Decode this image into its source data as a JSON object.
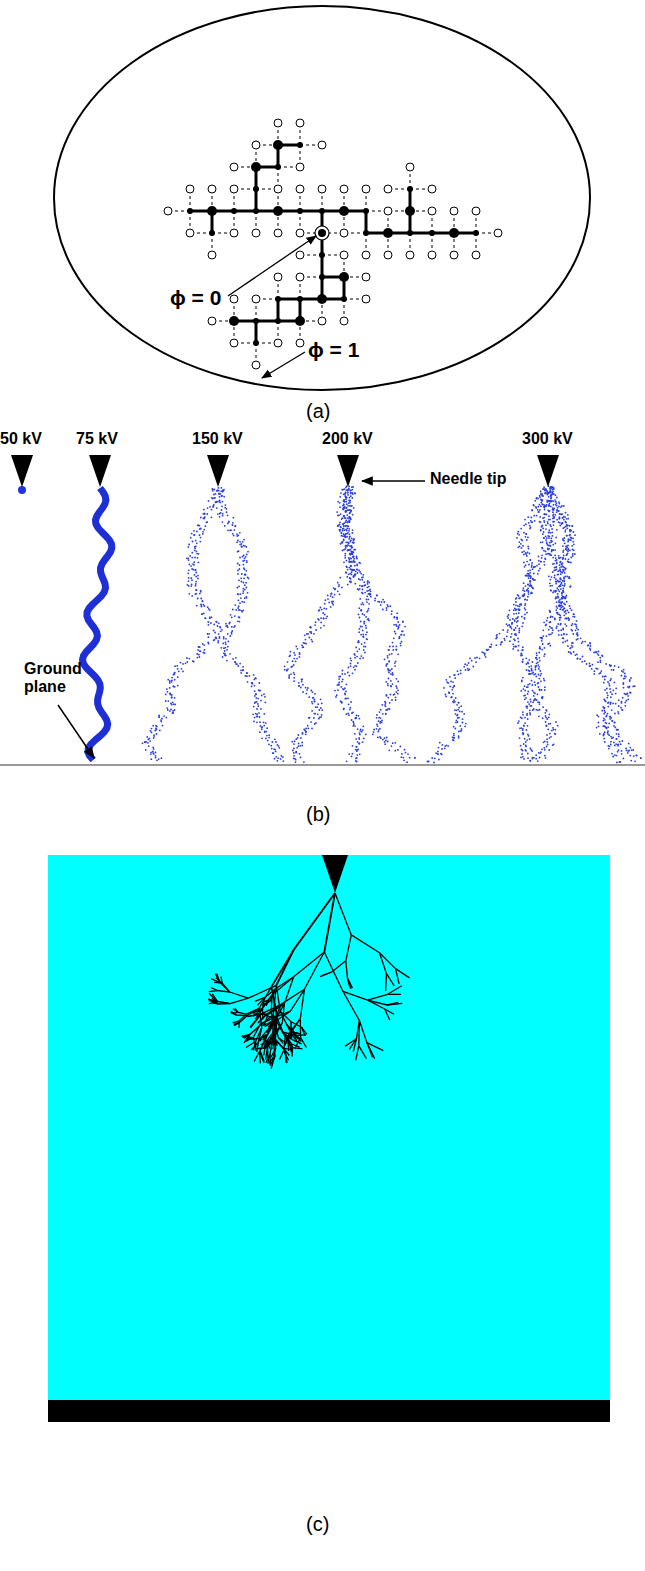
{
  "diagram": {
    "labels": [
      "ϕ = 0",
      "ϕ = 1",
      "(a)",
      "50 kV",
      "75 kV",
      "150 kV",
      "200 kV",
      "300 kV",
      "Needle tip",
      "Ground plane",
      "(b)",
      "(c)"
    ]
  }
}
